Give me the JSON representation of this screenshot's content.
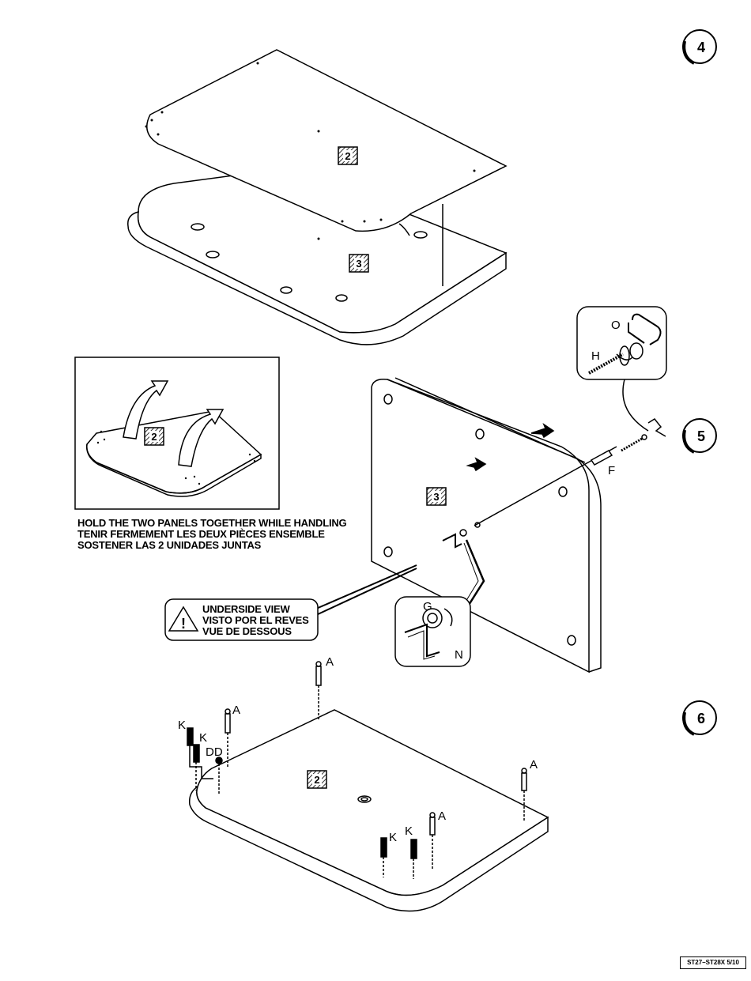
{
  "steps": {
    "step4": "4",
    "step5": "5",
    "step6": "6"
  },
  "part_numbers": {
    "panel_top": "2",
    "panel_bottom": "3",
    "inset_panel": "2",
    "side_panel": "3",
    "bottom_view_panel": "2"
  },
  "hardware_labels": {
    "cam_lock_O": "O",
    "bolt_H": "H",
    "dowel_F": "F",
    "cam_G": "G",
    "key_N": "N",
    "dowel_A_1": "A",
    "dowel_A_2": "A",
    "dowel_A_3": "A",
    "dowel_A_4": "A",
    "pin_K_1": "K",
    "pin_K_2": "K",
    "pin_K_3": "K",
    "pin_K_4": "K",
    "cap_DD": "DD"
  },
  "handling_note": {
    "line_en": "HOLD THE TWO PANELS TOGETHER WHILE HANDLING",
    "line_fr": "TENIR FERMEMENT LES DEUX PIÈCES ENSEMBLE",
    "line_es": "SOSTENER LAS 2 UNIDADES JUNTAS"
  },
  "underside_view": {
    "line_en": "UNDERSIDE VIEW",
    "line_es": "VISTO POR EL REVES",
    "line_fr": "VUE DE DESSOUS"
  },
  "footer": {
    "page_ref": "ST27–ST28X   5/10"
  }
}
